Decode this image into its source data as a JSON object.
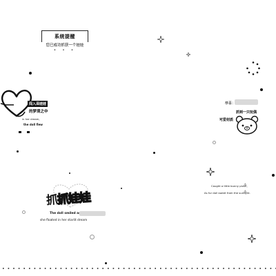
{
  "notice": {
    "title": "系统提醒",
    "message": "您已成功抓获一个娃娃",
    "dots": "• • •"
  },
  "left_cluster": {
    "tag1": "闯入泽娃娃",
    "tag2": "的梦境之中",
    "line1": "in her dream,",
    "line2": "the doll flew"
  },
  "title_block": {
    "big_title": "抓抓娃娃",
    "big_title_first": "抓",
    "big_title_rest": "抓娃娃",
    "caption1": "The doll smiled as",
    "caption2": "she floated in her starlit dream"
  },
  "right_cluster": {
    "recipient_label": "恭喜：",
    "caught_text": "抓到一只玩偶",
    "cute_text": "可爱材质",
    "note1": "Caught a little bunny plush,",
    "note2": "As fur doll sweet from the sunlight."
  },
  "icons": {
    "heart": "heart-doodle-icon",
    "bear": "bear-face-icon",
    "warning": "warning-icon",
    "loading": "loading-dots-icon"
  }
}
